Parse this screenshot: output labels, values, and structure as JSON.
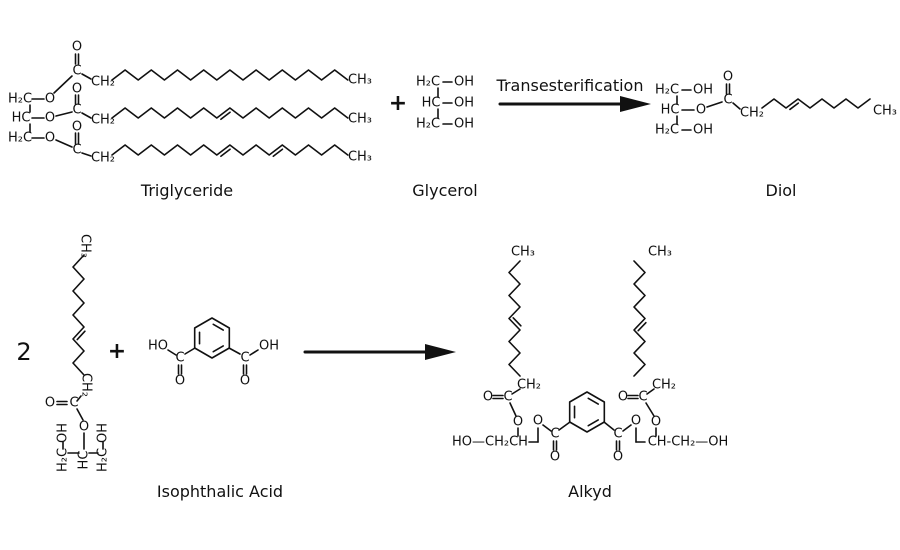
{
  "labels": {
    "triglyceride": "Triglyceride",
    "glycerol": "Glycerol",
    "diol": "Diol",
    "transesterification": "Transesterification",
    "isophthalic_acid": "Isophthalic Acid",
    "alkyd": "Alkyd",
    "coefficient": "2",
    "plus": "+"
  },
  "atoms": {
    "CH3": "CH₃",
    "CH2": "CH₂",
    "H2C": "H₂C",
    "HC": "HC",
    "O": "O",
    "C": "C",
    "OH": "OH",
    "HO": "HO",
    "HO_CH2_CH": "HO—CH₂CH",
    "CH_CH2_OH": "CH-CH₂—OH"
  }
}
